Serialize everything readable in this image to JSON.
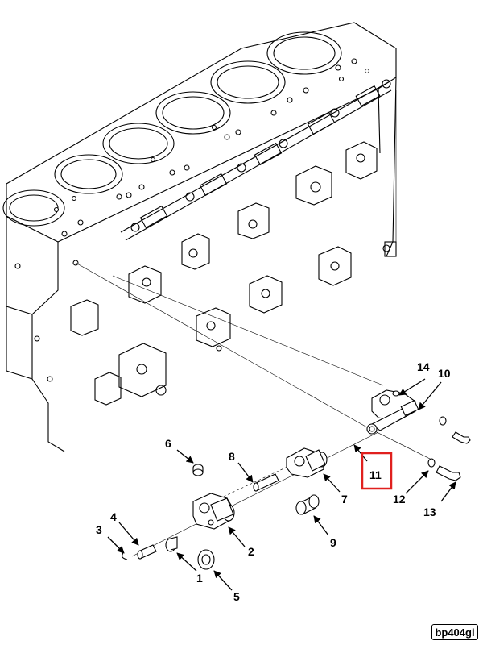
{
  "figure": {
    "id_label": "bp404gi",
    "highlight_color": "#e0201e",
    "highlighted_callout": "11"
  },
  "callouts": {
    "c1": "1",
    "c2": "2",
    "c3": "3",
    "c4": "4",
    "c5": "5",
    "c6": "6",
    "c7": "7",
    "c8": "8",
    "c9": "9",
    "c10": "10",
    "c11": "11",
    "c12": "12",
    "c13": "13",
    "c14": "14"
  }
}
